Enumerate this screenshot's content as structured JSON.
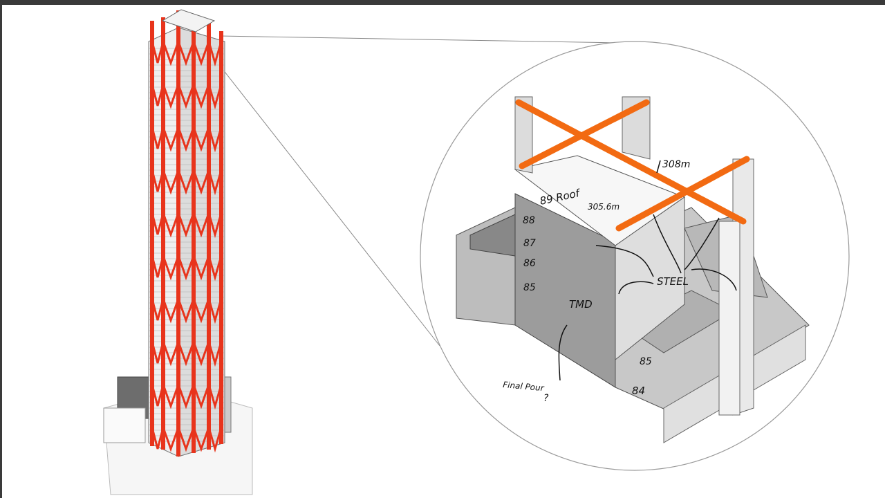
{
  "annotations": {
    "height_top": "308m",
    "roof_level": "89 Roof",
    "roof_height": "305.6m",
    "level_88": "88",
    "level_87": "87",
    "level_86": "86",
    "level_85_left": "85",
    "tmd": "TMD",
    "steel": "STEEL",
    "final_pour": "Final Pour",
    "question": "?",
    "level_85_right": "85",
    "level_84": "84"
  },
  "colors": {
    "structure_red": "#e8341c",
    "structure_orange": "#f26a12",
    "concrete": "#e6e6e6",
    "shadow": "#9a9a9a"
  }
}
